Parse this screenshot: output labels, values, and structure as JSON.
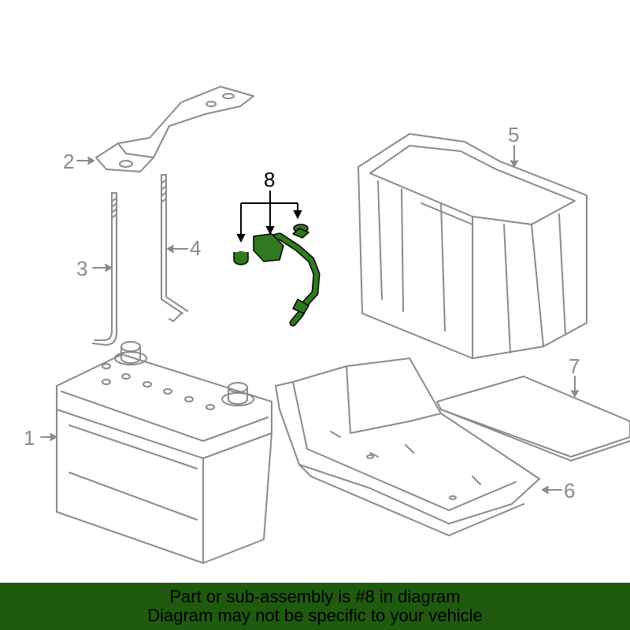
{
  "labels": {
    "battery": "1",
    "hold_down_bracket": "2",
    "rod_short": "3",
    "rod_long": "4",
    "battery_box": "5",
    "battery_tray": "6",
    "tray_pad": "7",
    "cable_assembly": "8"
  },
  "banner": {
    "line1": "Part or sub-assembly is #8 in diagram",
    "line2": "Diagram may not be specific to your vehicle"
  },
  "colors": {
    "highlight": "#1f5a0f",
    "part_green": "#2f7a1f",
    "line_gray": "#8a8a8a"
  }
}
